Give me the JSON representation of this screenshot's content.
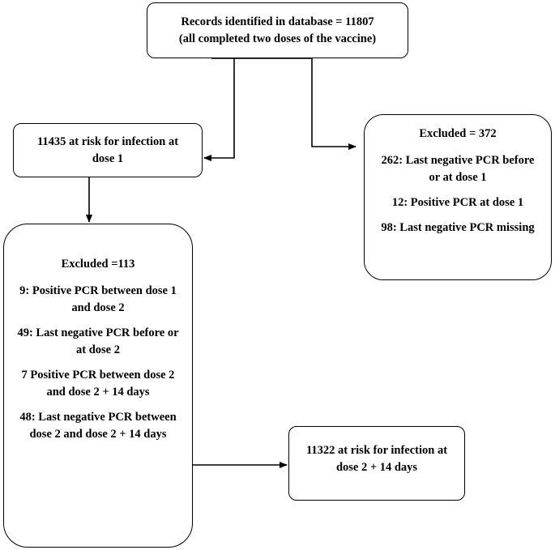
{
  "top_box": {
    "line1": "Records identified in database = 11807",
    "line2": "(all completed two doses of the vaccine)"
  },
  "risk_dose1_box": {
    "text": "11435 at risk for infection at dose 1"
  },
  "excluded_372_box": {
    "title": "Excluded = 372",
    "items": [
      "262: Last negative PCR before or at dose 1",
      "12: Positive PCR at dose 1",
      "98: Last negative PCR missing"
    ]
  },
  "excluded_113_box": {
    "title": "Excluded =113",
    "items": [
      "9: Positive PCR between dose 1 and dose 2",
      "49: Last negative PCR before or at dose 2",
      "7 Positive PCR between dose 2 and dose 2 + 14 days",
      "48: Last negative PCR between dose 2 and dose 2 + 14 days"
    ]
  },
  "risk_dose2_box": {
    "text": "11322 at risk for infection at dose 2 + 14 days"
  }
}
